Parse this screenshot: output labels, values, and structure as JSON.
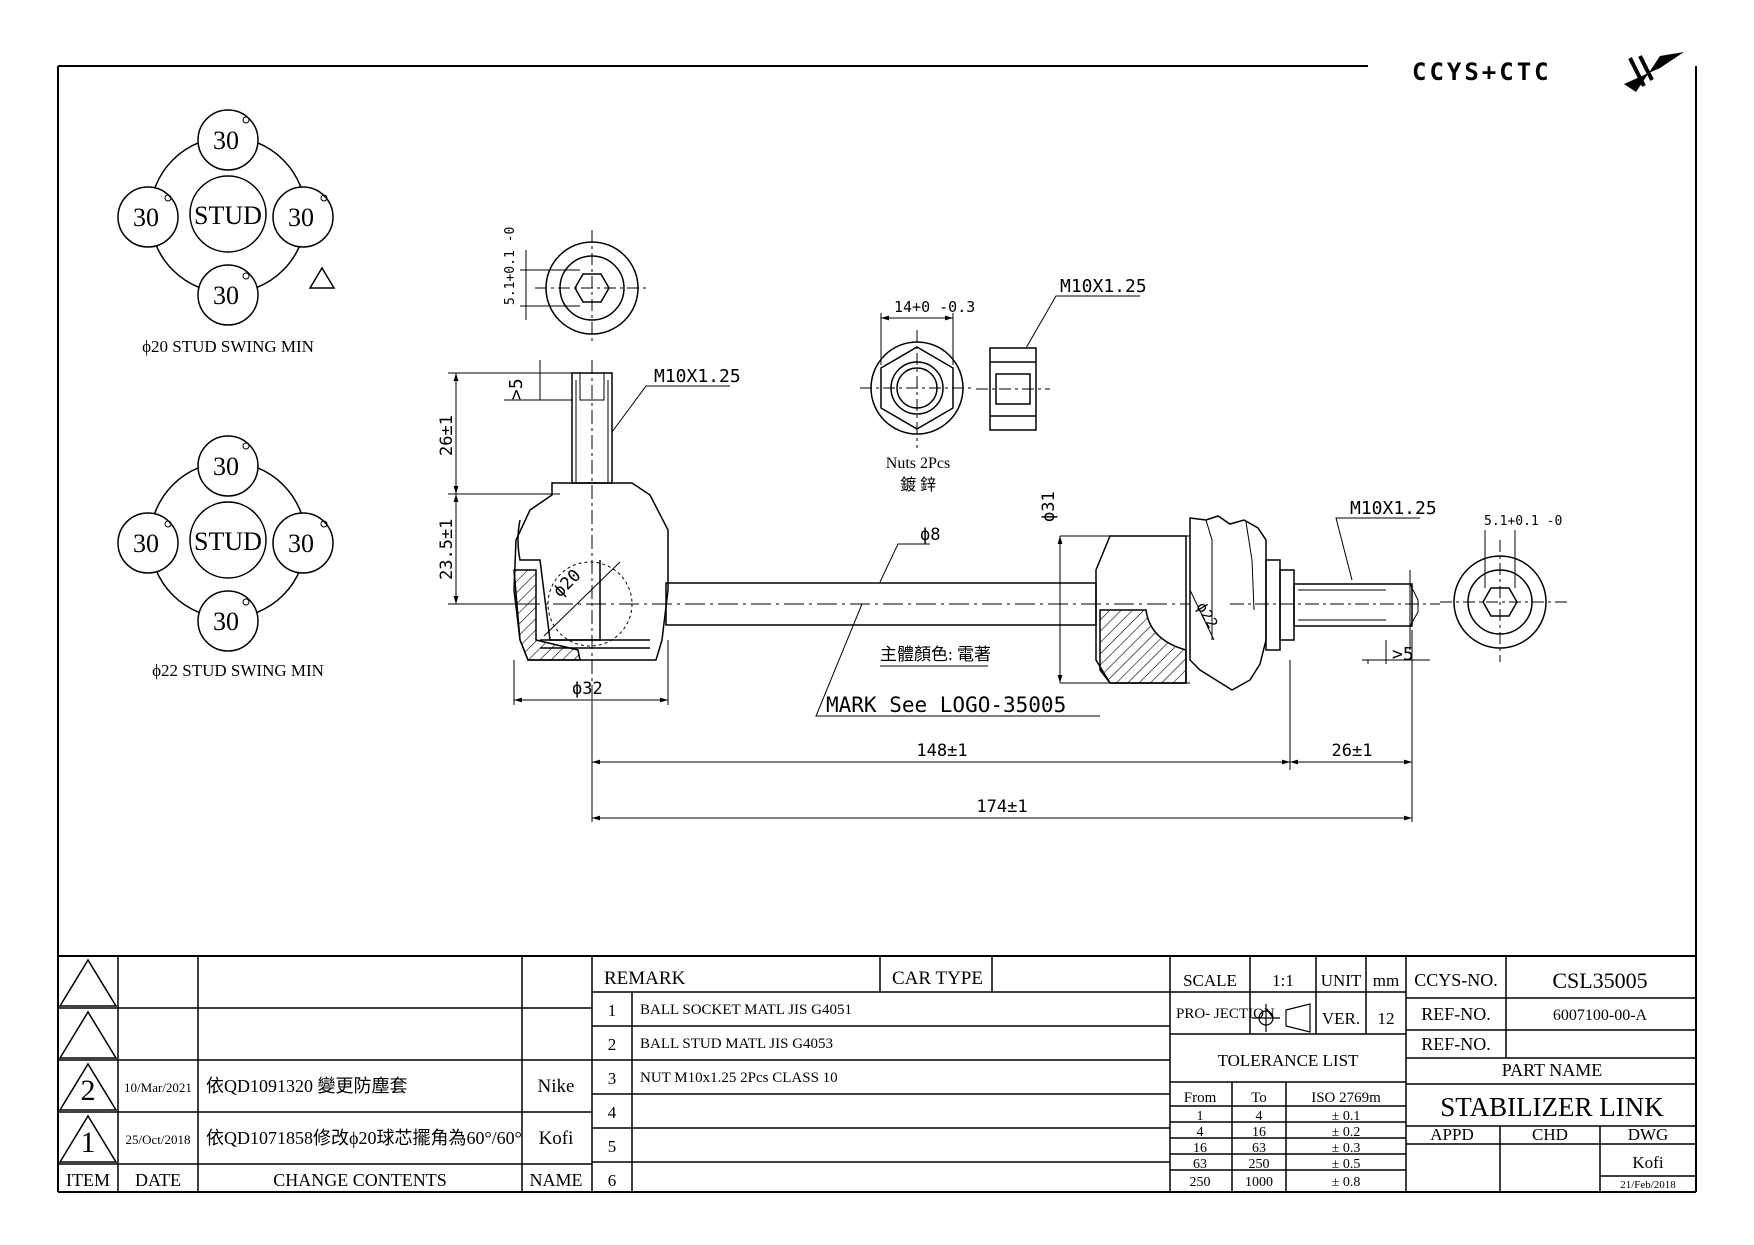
{
  "brand": {
    "text": "CCYS+CTC"
  },
  "swing": [
    {
      "top": "30",
      "left": "30",
      "right": "30",
      "bottom": "30",
      "center": "STUD",
      "label": "ϕ20 STUD SWING MIN"
    },
    {
      "top": "30",
      "left": "30",
      "right": "30",
      "bottom": "30",
      "center": "STUD",
      "label": "ϕ22 STUD SWING MIN"
    }
  ],
  "dims": {
    "hex1": "5.1+0.1 -0",
    "hex2": "5.1+0.1 -0",
    "thread_left": "M10X1.25",
    "thread_right": "M10X1.25",
    "thread_nut": "M10X1.25",
    "nut_width": "14+0 -0.3",
    "gt5_left": ">5",
    "gt5_right": ">5",
    "h26": "26±1",
    "h235": "23.5±1",
    "d20": "ϕ20",
    "d22": "ϕ22",
    "d32": "ϕ32",
    "d8": "ϕ8",
    "d31": "ϕ31",
    "len148": "148±1",
    "len26": "26±1",
    "len174": "174±1"
  },
  "notes": {
    "nuts": "Nuts 2Pcs",
    "plating": "鍍 鋅",
    "body_color": "主體顏色: 電著",
    "mark": "MARK See LOGO-35005"
  },
  "revisions": {
    "rows": [
      {
        "item": "",
        "date": "",
        "contents": "",
        "name": ""
      },
      {
        "item": "",
        "date": "",
        "contents": "",
        "name": ""
      },
      {
        "item": "2",
        "date": "10/Mar/2021",
        "contents": "依QD1091320 變更防塵套",
        "name": "Nike"
      },
      {
        "item": "1",
        "date": "25/Oct/2018",
        "contents": "依QD1071858修改ϕ20球芯擺角為60°/60°",
        "name": "Kofi"
      }
    ],
    "headers": {
      "item": "ITEM",
      "date": "DATE",
      "contents": "CHANGE CONTENTS",
      "name": "NAME"
    }
  },
  "remarks": {
    "title": "REMARK",
    "car_type": "CAR TYPE",
    "items": [
      {
        "n": "1",
        "text": "BALL SOCKET MATL JIS G4051"
      },
      {
        "n": "2",
        "text": "BALL STUD MATL JIS G4053"
      },
      {
        "n": "3",
        "text": "NUT M10x1.25 2Pcs CLASS 10"
      },
      {
        "n": "4",
        "text": ""
      },
      {
        "n": "5",
        "text": ""
      },
      {
        "n": "6",
        "text": ""
      }
    ]
  },
  "spec": {
    "scale_label": "SCALE",
    "scale": "1:1",
    "unit_label": "UNIT",
    "unit": "mm",
    "projection_label": "PRO- JECTION",
    "ver_label": "VER.",
    "ver": "12",
    "tolerance_title": "TOLERANCE LIST",
    "tol_headers": {
      "from": "From",
      "to": "To",
      "std": "ISO 2769m"
    },
    "tolerances": [
      {
        "from": "1",
        "to": "4",
        "tol": "± 0.1"
      },
      {
        "from": "4",
        "to": "16",
        "tol": "± 0.2"
      },
      {
        "from": "16",
        "to": "63",
        "tol": "± 0.3"
      },
      {
        "from": "63",
        "to": "250",
        "tol": "± 0.5"
      },
      {
        "from": "250",
        "to": "1000",
        "tol": "± 0.8"
      }
    ]
  },
  "titleblock": {
    "ccys_label": "CCYS-NO.",
    "ccys": "CSL35005",
    "ref_label": "REF-NO.",
    "ref1": "6007100-00-A",
    "ref_label2": "REF-NO.",
    "ref2": "",
    "part_name_label": "PART NAME",
    "part_name": "STABILIZER LINK",
    "appd": "APPD",
    "chd": "CHD",
    "dwg": "DWG",
    "drawer": "Kofi",
    "date": "21/Feb/2018"
  }
}
